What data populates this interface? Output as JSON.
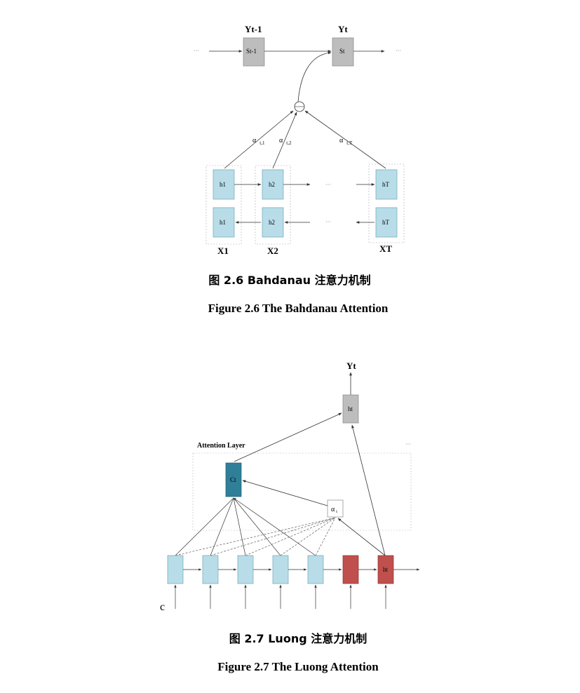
{
  "figure1": {
    "top_labels": {
      "y_prev": "Yt-1",
      "y_cur": "Yt"
    },
    "states": {
      "s_prev": "St-1",
      "s_cur": "St"
    },
    "alphas": {
      "a1": "α",
      "a1_sub": "t,1",
      "a2": "α",
      "a2_sub": "t,2",
      "aT": "α",
      "aT_sub": "t,T"
    },
    "hidden": {
      "h1": "h1",
      "h2": "h2",
      "hT": "hT"
    },
    "inputs": {
      "x1": "X1",
      "x2": "X2",
      "xT": "XT"
    },
    "ellipsis": "···",
    "caption_cn": "图  2.6 Bahdanau 注意力机制",
    "caption_en": "Figure 2.6 The Bahdanau Attention"
  },
  "figure2": {
    "output_label": "Yt",
    "ht_tilde": "ht",
    "layer_label": "Attention Layer",
    "context": "Ct",
    "alpha": "α",
    "alpha_sub": "t",
    "ht": "ht",
    "c_label": "c",
    "ellipsis": "···",
    "caption_cn": "图  2.7 Luong 注意力机制",
    "caption_en": "Figure 2.7 The Luong Attention"
  },
  "colors": {
    "light_blue": "#b8dde8",
    "gray_box": "#bdbdbd",
    "teal": "#2f7f98",
    "red": "#c0504d"
  }
}
